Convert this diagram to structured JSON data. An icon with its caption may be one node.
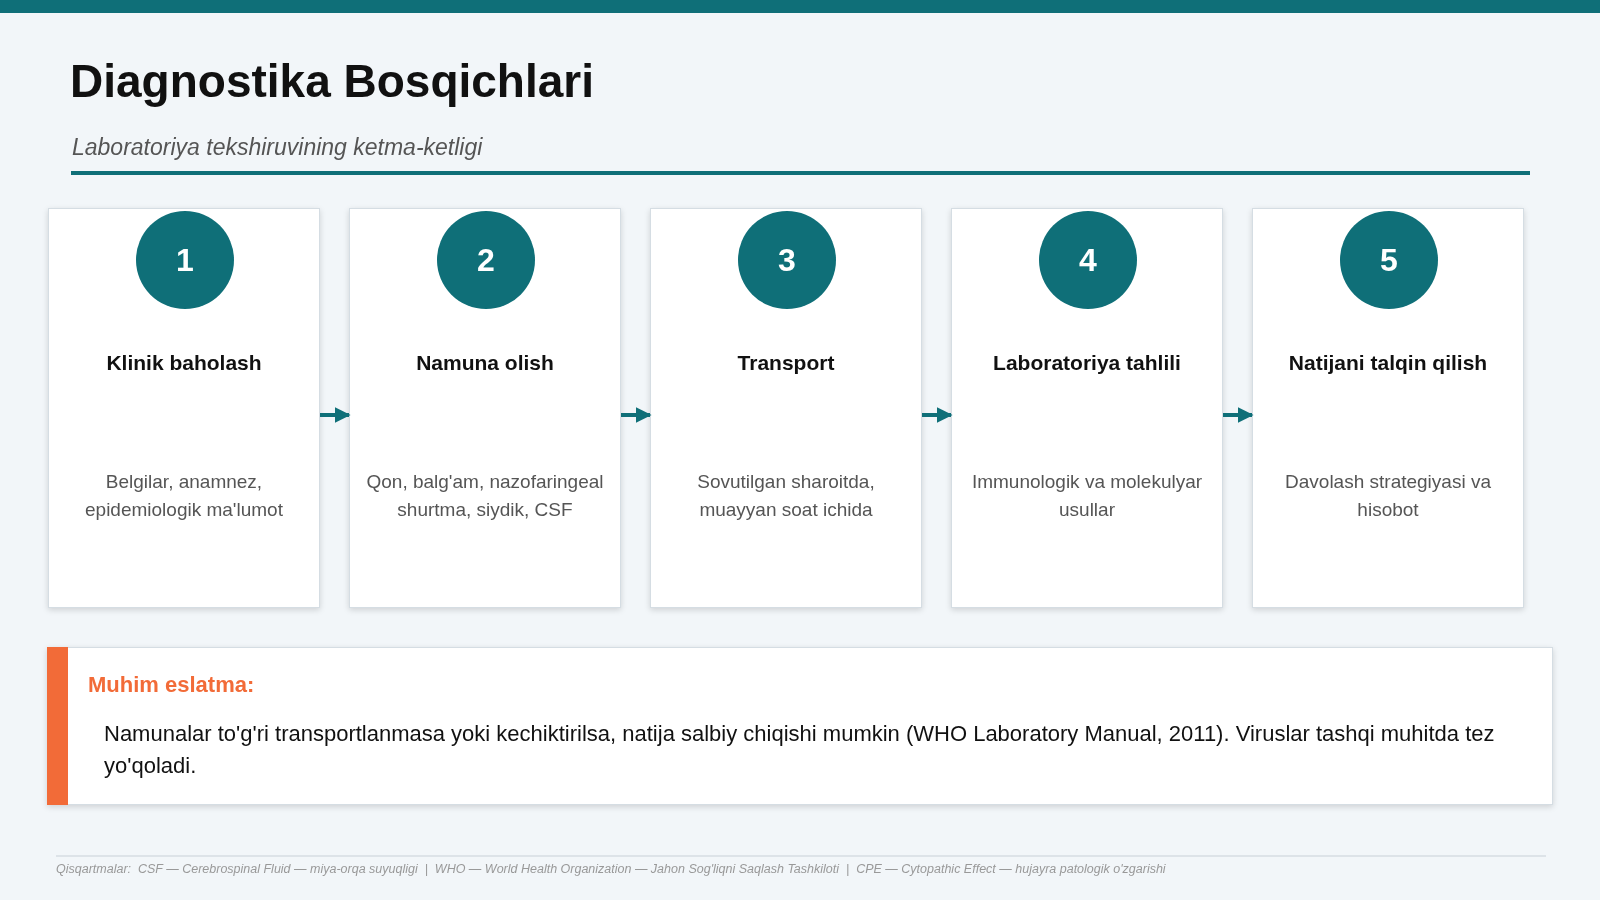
{
  "diagram": {
    "title": "Diagnostika Bosqichlari",
    "caption": "Laboratoriya tekshiruvining ketma-ketligi",
    "nodes": [
      {
        "text": [
          "Klinik baholash",
          "Belgilar, anamnez, epidemiologik ma'lumot"
        ]
      },
      {
        "text": [
          "1"
        ],
        "in": 0
      },
      {
        "text": [
          "Namuna olish",
          "Qon, balg'am, nazofaringeal shurtma, siydik, CSF"
        ]
      },
      {
        "text": [
          "2"
        ],
        "in": 2
      },
      {
        "text": [
          "Transport",
          "Sovutilgan sharoitda, muayyan soat ichida"
        ]
      },
      {
        "text": [
          "3"
        ],
        "in": 4
      },
      {
        "text": [
          "Laboratoriya tahlili",
          "Immunologik va molekulyar usullar"
        ]
      },
      {
        "text": [
          "4"
        ],
        "in": 6
      },
      {
        "text": [
          "Natijani talqin qilish",
          "Davolash strategiyasi va hisobot"
        ]
      },
      {
        "text": [
          "5"
        ],
        "in": 8
      },
      {
        "text": [
          "Muhim eslatma:",
          "Namunalar to'g'ri transportlanmasa yoki kechiktirilsa, natija salbiy chiqishi mumkin (WHO Laboratory Manual, 2011). Viruslar tashqi muhitda tez yo'qoladi."
        ]
      }
    ],
    "edges": [
      {
        "from": 0,
        "to": 2,
        "arrow": "to"
      },
      {
        "from": 2,
        "to": 4,
        "arrow": "to"
      },
      {
        "from": 4,
        "to": 6,
        "arrow": "to"
      },
      {
        "from": 6,
        "to": 8,
        "arrow": "to"
      }
    ],
    "labels": [
      "Qisqartmalar:  CSF — Cerebrospinal Fluid — miya-orqa suyuqligi  |  WHO — World Health Organization — Jahon Sog'liqni Saqlash Tashkiloti  |  CPE — Cytopathic Effect — hujayra patologik o'zgarishi"
    ]
  }
}
